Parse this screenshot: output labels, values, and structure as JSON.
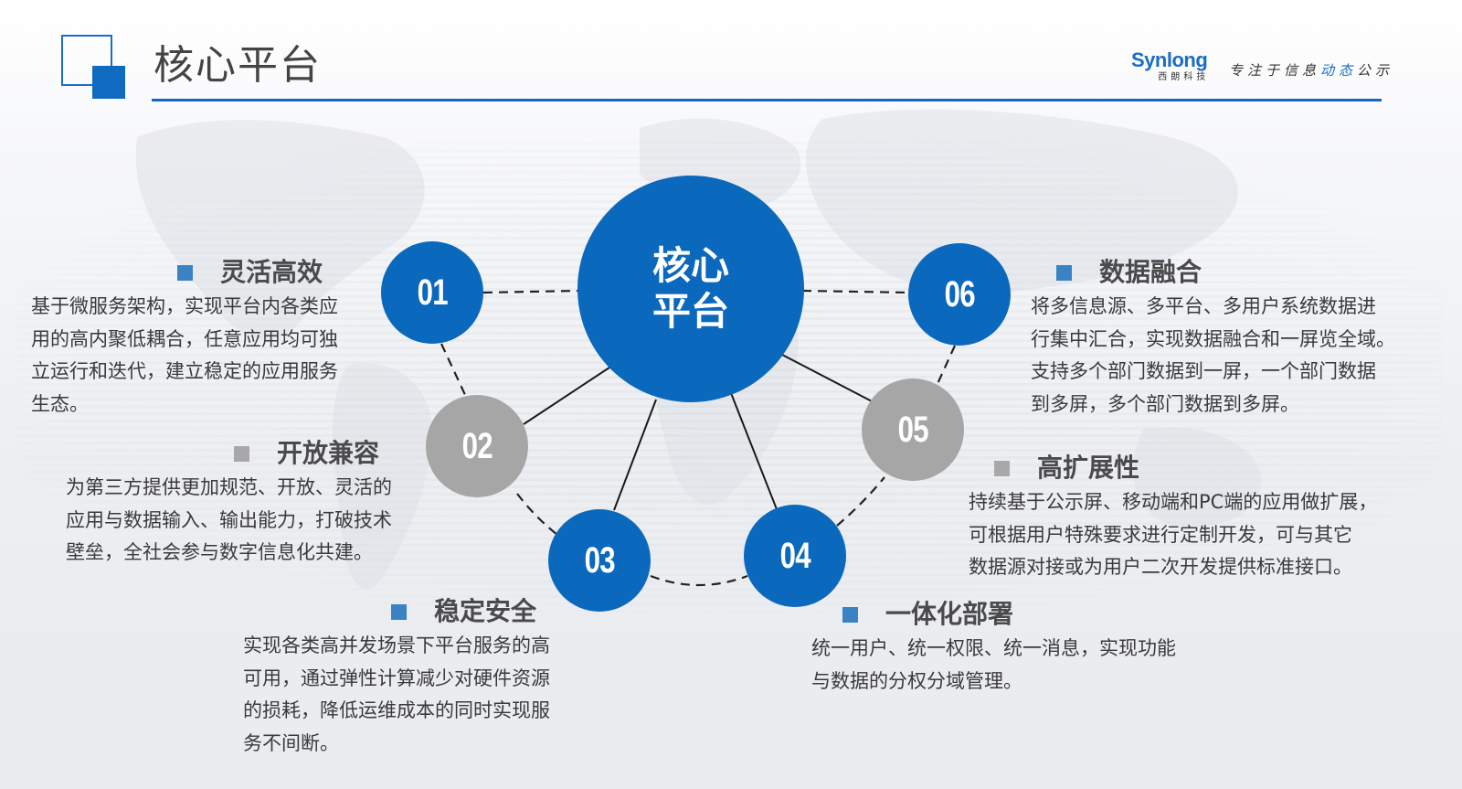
{
  "header": {
    "title": "核心平台",
    "brand_name": "Synlong",
    "brand_cn": "西朗科技",
    "slogan_parts": [
      "专注于信息",
      "动态",
      "公示"
    ]
  },
  "colors": {
    "primary_blue": "#0a68bd",
    "secondary_gray": "#a6a6a6",
    "rule_blue": "#1466c0",
    "text_dark": "#3a3a3a"
  },
  "diagram": {
    "center_label_line1": "核心",
    "center_label_line2": "平台",
    "nodes": [
      {
        "num": "01",
        "color": "blue"
      },
      {
        "num": "02",
        "color": "gray"
      },
      {
        "num": "03",
        "color": "blue"
      },
      {
        "num": "04",
        "color": "blue"
      },
      {
        "num": "05",
        "color": "gray"
      },
      {
        "num": "06",
        "color": "blue"
      }
    ]
  },
  "features": [
    {
      "title": "灵活高效",
      "lines": [
        "基于微服务架构，实现平台内各类应",
        "用的高内聚低耦合，任意应用均可独",
        "立运行和迭代，建立稳定的应用服务",
        "生态。"
      ]
    },
    {
      "title": "开放兼容",
      "lines": [
        "为第三方提供更加规范、开放、灵活的",
        "应用与数据输入、输出能力，打破技术",
        "壁垒，全社会参与数字信息化共建。"
      ]
    },
    {
      "title": "稳定安全",
      "lines": [
        "实现各类高并发场景下平台服务的高",
        "可用，通过弹性计算减少对硬件资源",
        "的损耗，降低运维成本的同时实现服",
        "务不间断。"
      ]
    },
    {
      "title": "一体化部署",
      "lines": [
        "统一用户、统一权限、统一消息，实现功能",
        "与数据的分权分域管理。"
      ]
    },
    {
      "title": "高扩展性",
      "lines": [
        "持续基于公示屏、移动端和PC端的应用做扩展，",
        "可根据用户特殊要求进行定制开发，可与其它",
        "数据源对接或为用户二次开发提供标准接口。"
      ]
    },
    {
      "title": "数据融合",
      "lines": [
        "将多信息源、多平台、多用户系统数据进",
        "行集中汇合，实现数据融合和一屏览全域。",
        "支持多个部门数据到一屏，一个部门数据",
        "到多屏，多个部门数据到多屏。"
      ]
    }
  ]
}
